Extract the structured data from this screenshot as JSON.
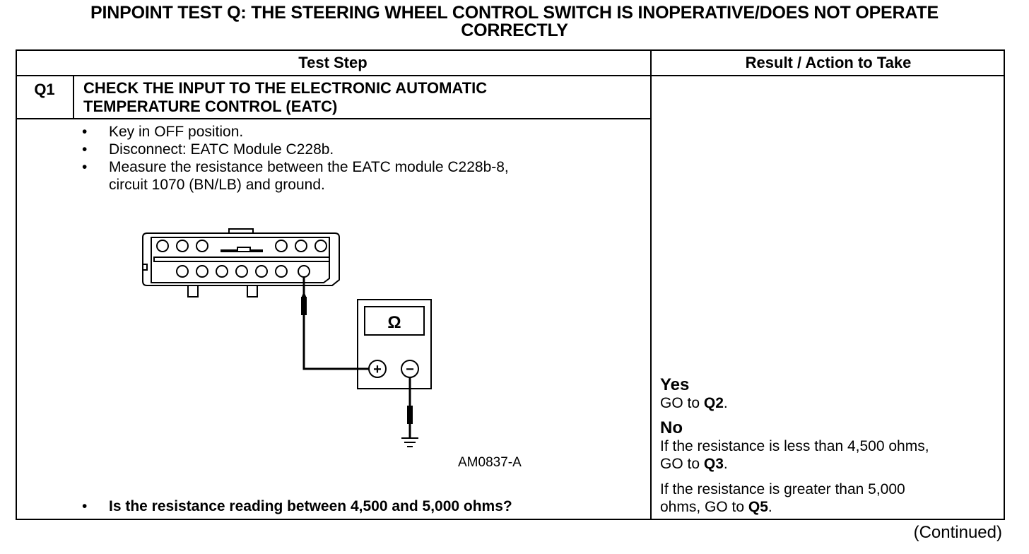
{
  "title": {
    "line1": "PINPOINT TEST  Q: THE STEERING WHEEL CONTROL SWITCH IS INOPERATIVE/DOES NOT OPERATE",
    "line2": "CORRECTLY"
  },
  "table": {
    "col_test_step": "Test Step",
    "col_result": "Result / Action to Take",
    "step": {
      "id": "Q1",
      "heading_line1": "CHECK THE INPUT TO THE ELECTRONIC AUTOMATIC",
      "heading_line2": "TEMPERATURE CONTROL (EATC)",
      "bullets": [
        "Key in OFF position.",
        "Disconnect: EATC Module C228b.",
        "Measure the resistance between the EATC module C228b-8,",
        "circuit 1070 (BN/LB) and ground."
      ],
      "figure_id": "AM0837-A",
      "meter_symbol": "Ω",
      "plus_symbol": "+",
      "minus_symbol": "−",
      "question": "Is the resistance reading between 4,500 and 5,000 ohms?"
    },
    "result": {
      "yes_label": "Yes",
      "yes_prefix": "GO to ",
      "yes_target": "Q2",
      "yes_suffix": ".",
      "no_label": "No",
      "no1_line1": "If the resistance is less than 4,500 ohms,",
      "no1_prefix": "GO to ",
      "no1_target": "Q3",
      "no1_suffix": ".",
      "no2_line1": "If the resistance is greater than 5,000",
      "no2_prefix": "ohms, GO to ",
      "no2_target": "Q5",
      "no2_suffix": "."
    }
  },
  "footer": {
    "continued": "(Continued)"
  }
}
